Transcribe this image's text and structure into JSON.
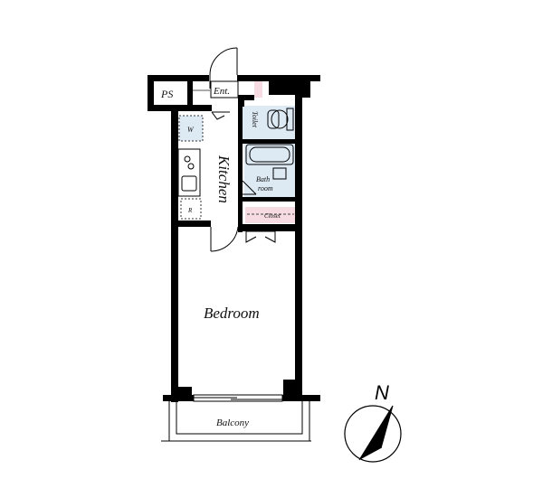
{
  "floorplan": {
    "rooms": {
      "ps": "PS",
      "entrance": "Ent.",
      "washer": "W",
      "toilet": "Toilet",
      "kitchen": "Kitchen",
      "bathroom_line1": "Bath",
      "bathroom_line2": "room",
      "closet": "Closet",
      "refrigerator": "R",
      "bedroom": "Bedroom",
      "balcony": "Balcony"
    },
    "compass": {
      "north_label": "N"
    },
    "colors": {
      "wall": "#000000",
      "bathroom_fill": "#dde9f3",
      "toilet_fill": "#dde9f3",
      "closet_fill": "#f6dbe3",
      "washer_fill": "#dde9f3"
    }
  }
}
